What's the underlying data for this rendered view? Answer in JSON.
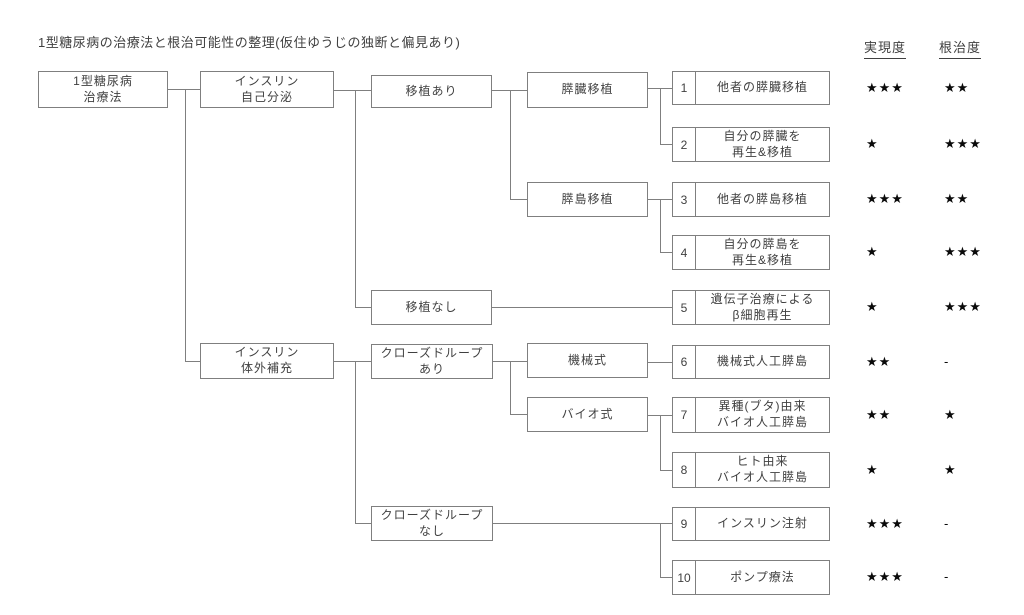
{
  "title": "1型糖尿病の治療法と根治可能性の整理(仮住ゆうじの独断と偏見あり)",
  "headers": {
    "feasibility": "実現度",
    "curability": "根治度"
  },
  "tree": {
    "root": "1型糖尿病\n治療法",
    "insulin_self_secretion": "インスリン\n自己分泌",
    "insulin_external_supply": "インスリン\n体外補充",
    "transplant_yes": "移植あり",
    "transplant_no": "移植なし",
    "closed_loop_yes": "クローズドループ\nあり",
    "closed_loop_no": "クローズドループ\nなし",
    "pancreas_transplant": "膵臓移植",
    "islet_transplant": "膵島移植",
    "mechanical": "機械式",
    "bio": "バイオ式"
  },
  "leaves": [
    {
      "num": "1",
      "label": "他者の膵臓移植",
      "feasibility": "★★★",
      "curability": "★★"
    },
    {
      "num": "2",
      "label": "自分の膵臓を\n再生&移植",
      "feasibility": "★",
      "curability": "★★★"
    },
    {
      "num": "3",
      "label": "他者の膵島移植",
      "feasibility": "★★★",
      "curability": "★★"
    },
    {
      "num": "4",
      "label": "自分の膵島を\n再生&移植",
      "feasibility": "★",
      "curability": "★★★"
    },
    {
      "num": "5",
      "label": "遺伝子治療による\nβ細胞再生",
      "feasibility": "★",
      "curability": "★★★"
    },
    {
      "num": "6",
      "label": "機械式人工膵島",
      "feasibility": "★★",
      "curability": "-"
    },
    {
      "num": "7",
      "label": "異種(ブタ)由来\nバイオ人工膵島",
      "feasibility": "★★",
      "curability": "★"
    },
    {
      "num": "8",
      "label": "ヒト由来\nバイオ人工膵島",
      "feasibility": "★",
      "curability": "★"
    },
    {
      "num": "9",
      "label": "インスリン注射",
      "feasibility": "★★★",
      "curability": "-"
    },
    {
      "num": "10",
      "label": "ポンプ療法",
      "feasibility": "★★★",
      "curability": "-"
    }
  ],
  "colors": {
    "line": "#7f7f7f",
    "text": "#404040",
    "star": "#0a0a0a",
    "background": "#ffffff"
  }
}
